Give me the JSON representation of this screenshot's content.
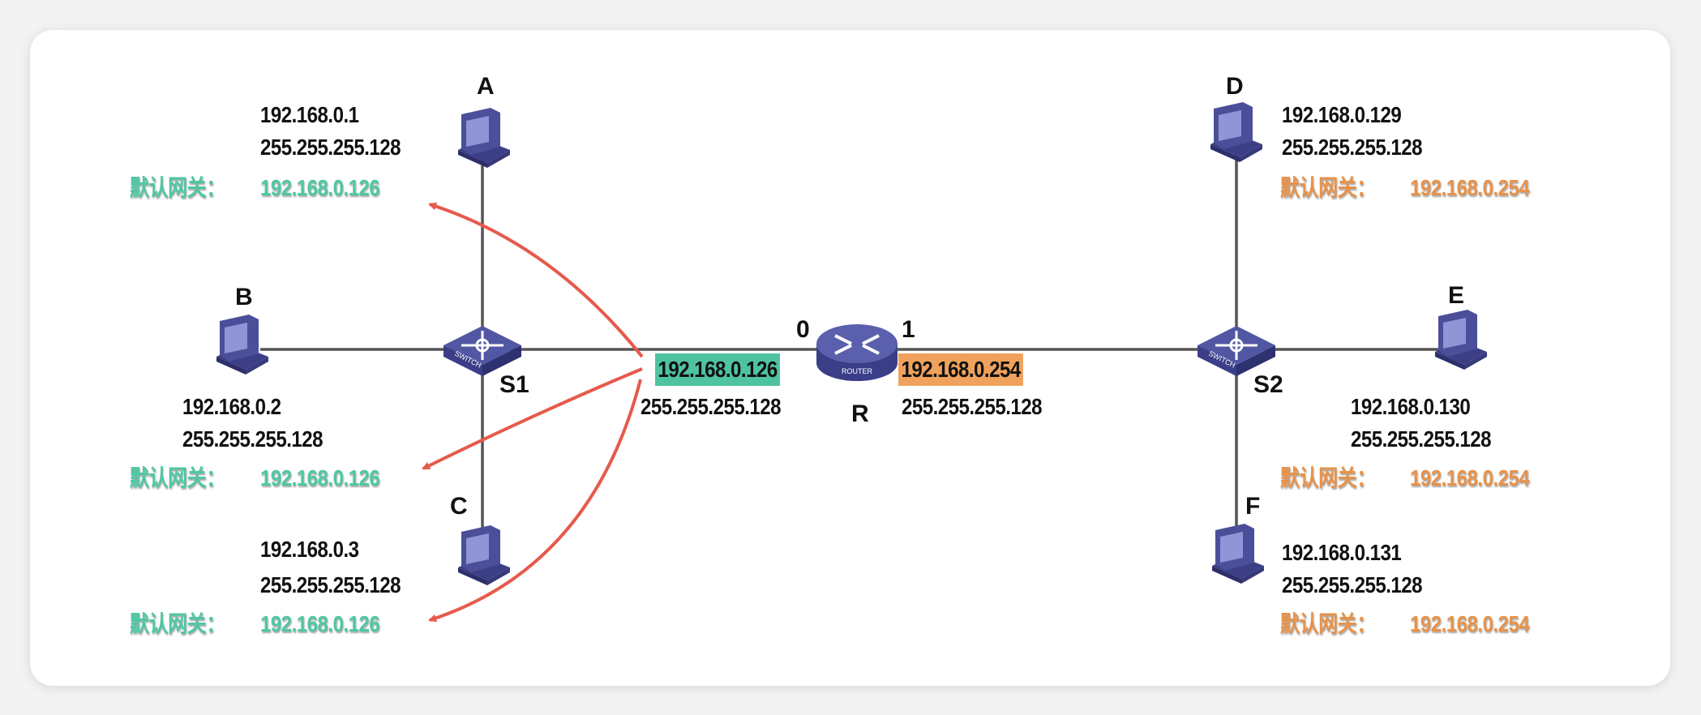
{
  "gateway_label": "默认网关：",
  "colors": {
    "subnet0": "#4fc7a3",
    "subnet1": "#e8924a",
    "arrow": "#e65a4c",
    "device": "#4b4f9a"
  },
  "hosts": [
    {
      "name": "A",
      "ip": "192.168.0.1",
      "mask": "255.255.255.128",
      "gateway": "192.168.0.126"
    },
    {
      "name": "B",
      "ip": "192.168.0.2",
      "mask": "255.255.255.128",
      "gateway": "192.168.0.126"
    },
    {
      "name": "C",
      "ip": "192.168.0.3",
      "mask": "255.255.255.128",
      "gateway": "192.168.0.126"
    },
    {
      "name": "D",
      "ip": "192.168.0.129",
      "mask": "255.255.255.128",
      "gateway": "192.168.0.254"
    },
    {
      "name": "E",
      "ip": "192.168.0.130",
      "mask": "255.255.255.128",
      "gateway": "192.168.0.254"
    },
    {
      "name": "F",
      "ip": "192.168.0.131",
      "mask": "255.255.255.128",
      "gateway": "192.168.0.254"
    }
  ],
  "switches": [
    {
      "name": "S1",
      "icon_text": "SWITCH"
    },
    {
      "name": "S2",
      "icon_text": "SWITCH"
    }
  ],
  "router": {
    "name": "R",
    "icon_text": "ROUTER",
    "ports": [
      {
        "id": "0",
        "ip": "192.168.0.126",
        "mask": "255.255.255.128"
      },
      {
        "id": "1",
        "ip": "192.168.0.254",
        "mask": "255.255.255.128"
      }
    ]
  }
}
